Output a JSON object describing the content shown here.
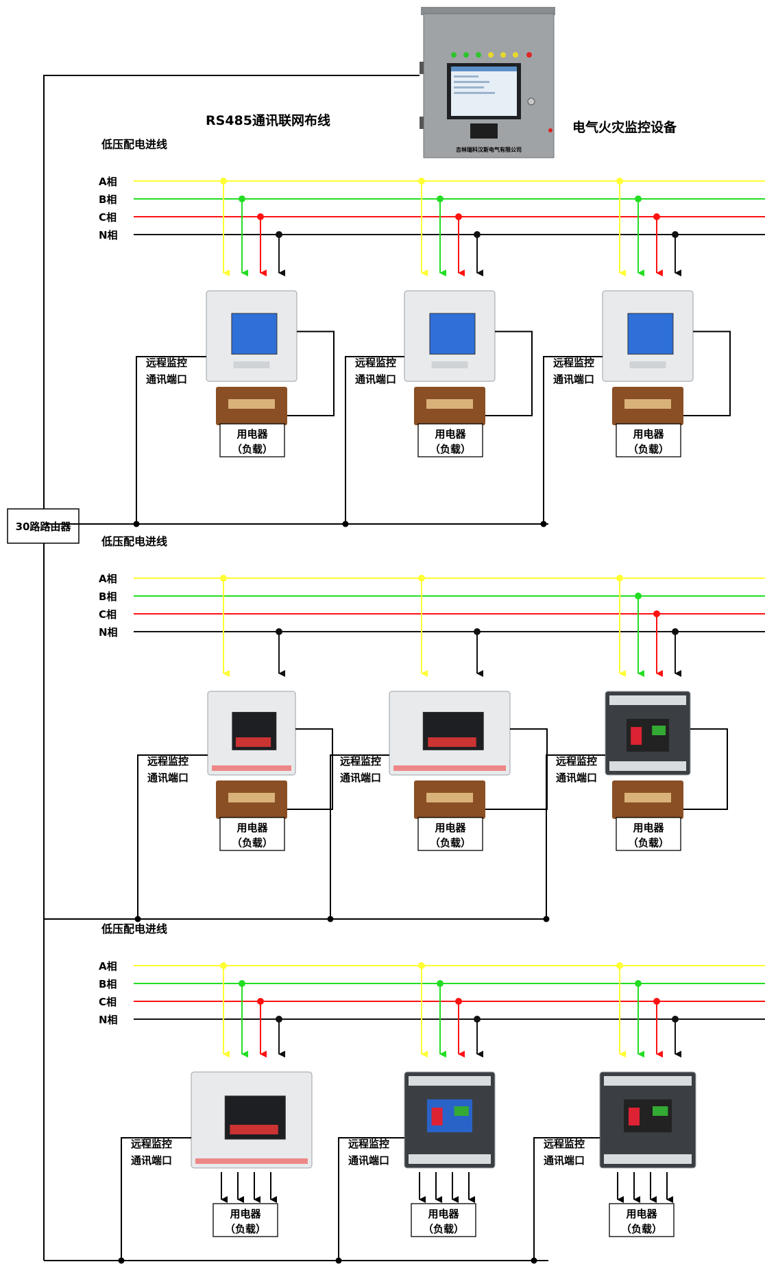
{
  "title": "RS485通讯联网布线",
  "monitor_label": "电气火灾监控设备",
  "cabinet_plate": "吉林瑞科汉斯电气有限公司",
  "router_label": "30路路由器",
  "section_label": "低压配电进线",
  "phases": [
    {
      "label": "A相",
      "color": "#ffff33"
    },
    {
      "label": "B相",
      "color": "#22dd22"
    },
    {
      "label": "C相",
      "color": "#ff1111"
    },
    {
      "label": "N相",
      "color": "#111111"
    }
  ],
  "port_label_line1": "远程监控",
  "port_label_line2": "通讯端口",
  "load_label_line1": "用电器",
  "load_label_line2": "（负载）",
  "sections": [
    {
      "devices": [
        {
          "type": "panel-meter",
          "phases": [
            "A",
            "B",
            "C",
            "N"
          ],
          "ct": true
        },
        {
          "type": "panel-meter",
          "phases": [
            "A",
            "B",
            "C",
            "N"
          ],
          "ct": true
        },
        {
          "type": "keypad-monitor",
          "phases": [
            "A",
            "B",
            "C",
            "N"
          ],
          "ct": true
        }
      ]
    },
    {
      "devices": [
        {
          "type": "din-meter",
          "phases": [
            "A",
            "N"
          ],
          "ct": true
        },
        {
          "type": "din-multi",
          "phases": [
            "A",
            "N"
          ],
          "ct": true
        },
        {
          "type": "breaker",
          "phases": [
            "A",
            "B",
            "C",
            "N"
          ],
          "ct": true
        }
      ]
    },
    {
      "devices": [
        {
          "type": "din-wide",
          "phases": [
            "A",
            "B",
            "C",
            "N"
          ],
          "ct": false
        },
        {
          "type": "breaker-blue",
          "phases": [
            "A",
            "B",
            "C",
            "N"
          ],
          "ct": false
        },
        {
          "type": "breaker",
          "phases": [
            "A",
            "B",
            "C",
            "N"
          ],
          "ct": false
        }
      ]
    }
  ]
}
